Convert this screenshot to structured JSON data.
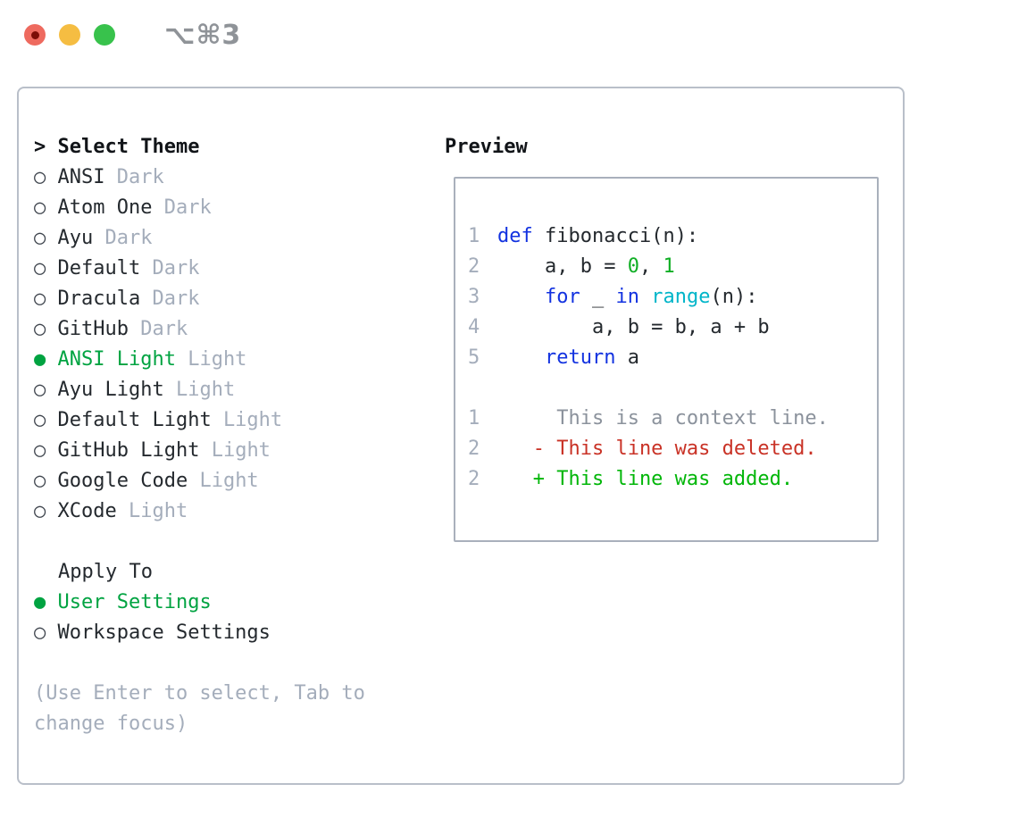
{
  "titlebar": {
    "shortcut": "⌥⌘3",
    "window_controls": [
      "close",
      "minimize",
      "zoom"
    ]
  },
  "theme_picker": {
    "cursor": ">",
    "title": "Select Theme",
    "items": [
      {
        "name": "ANSI",
        "variant": "Dark",
        "selected": false
      },
      {
        "name": "Atom One",
        "variant": "Dark",
        "selected": false
      },
      {
        "name": "Ayu",
        "variant": "Dark",
        "selected": false
      },
      {
        "name": "Default",
        "variant": "Dark",
        "selected": false
      },
      {
        "name": "Dracula",
        "variant": "Dark",
        "selected": false
      },
      {
        "name": "GitHub",
        "variant": "Dark",
        "selected": false
      },
      {
        "name": "ANSI Light",
        "variant": "Light",
        "selected": true
      },
      {
        "name": "Ayu Light",
        "variant": "Light",
        "selected": false
      },
      {
        "name": "Default Light",
        "variant": "Light",
        "selected": false
      },
      {
        "name": "GitHub Light",
        "variant": "Light",
        "selected": false
      },
      {
        "name": "Google Code",
        "variant": "Light",
        "selected": false
      },
      {
        "name": "XCode",
        "variant": "Light",
        "selected": false
      }
    ]
  },
  "apply_to": {
    "title": "Apply To",
    "options": [
      {
        "label": "User Settings",
        "selected": true
      },
      {
        "label": "Workspace Settings",
        "selected": false
      }
    ]
  },
  "help_text": "(Use Enter to select, Tab to change focus)",
  "preview": {
    "title": "Preview",
    "lines": [
      {
        "num": "1",
        "tokens": [
          [
            "def",
            "kw"
          ],
          [
            " fibonacci(n):",
            "fg"
          ]
        ]
      },
      {
        "num": "2",
        "tokens": [
          [
            "    a, b = ",
            "fg"
          ],
          [
            "0",
            "num"
          ],
          [
            ", ",
            "fg"
          ],
          [
            "1",
            "num"
          ]
        ]
      },
      {
        "num": "3",
        "tokens": [
          [
            "    ",
            "fg"
          ],
          [
            "for",
            "kw"
          ],
          [
            " _ ",
            "fg"
          ],
          [
            "in",
            "kw"
          ],
          [
            " ",
            "fg"
          ],
          [
            "range",
            "builtin"
          ],
          [
            "(n):",
            "fg"
          ]
        ]
      },
      {
        "num": "4",
        "tokens": [
          [
            "        a, b = b, a + b",
            "fg"
          ]
        ]
      },
      {
        "num": "5",
        "tokens": [
          [
            "    ",
            "fg"
          ],
          [
            "return",
            "kw"
          ],
          [
            " a",
            "fg"
          ]
        ]
      },
      {
        "num": "",
        "tokens": []
      },
      {
        "num": "1",
        "tokens": [
          [
            "     This is a context line.",
            "ctx"
          ]
        ]
      },
      {
        "num": "2",
        "tokens": [
          [
            "   - This line was deleted.",
            "del"
          ]
        ]
      },
      {
        "num": "2",
        "tokens": [
          [
            "   + This line was added.",
            "add"
          ]
        ]
      }
    ]
  },
  "colors": {
    "text": "#24292e",
    "bullet": "#3d434c",
    "muted": "#a4adbb",
    "ctx": "#8b929c",
    "green_ui": "#00a341",
    "green_num": "#0fae24",
    "green_add": "#00b608",
    "red_del": "#c93226",
    "kw": "#1232e0",
    "builtin": "#00b5c9",
    "border_outer": "#b9bfc9",
    "border_preview": "#a9b0bc",
    "titlebar_fg": "#8f9398",
    "tl_red": "#ee6a5f",
    "tl_red_dot": "#7d0d06",
    "tl_yellow": "#f5bd42",
    "tl_green": "#38c24c"
  }
}
